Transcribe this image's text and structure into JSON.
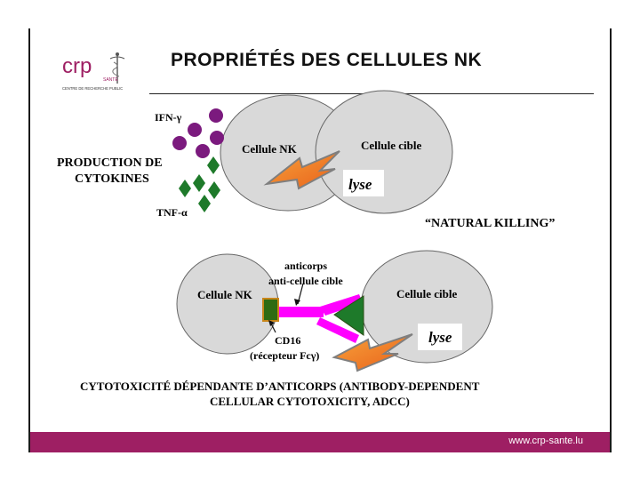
{
  "slide": {
    "title": "PROPRIÉTÉS DES CELLULES NK",
    "footer_url": "www.crp-sante.lu",
    "footer_color": "#9e1f63"
  },
  "logo": {
    "brand": "crp",
    "sub": "SANTÉ",
    "tagline": "CENTRE DE RECHERCHE PUBLIC",
    "icon": "caduceus-icon"
  },
  "top_panel": {
    "ifn_label": "IFN-γ",
    "tnf_label": "TNF-α",
    "cytokines_line1": "PRODUCTION DE",
    "cytokines_line2": "CYTOKINES",
    "nk_cell_label": "Cellule NK",
    "target_cell_label": "Cellule cible",
    "lyse_label": "lyse",
    "caption": "“NATURAL KILLING”"
  },
  "bottom_panel": {
    "antibody_line1": "anticorps",
    "antibody_line2": "anti-cellule cible",
    "nk_cell_label": "Cellule NK",
    "target_cell_label": "Cellule cible",
    "lyse_label": "lyse",
    "cd16_line1": "CD16",
    "cd16_line2": "(récepteur Fcγ)",
    "adcc_line1": "CYTOTOXICITÉ DÉPENDANTE D’ANTICORPS (ANTIBODY-DEPENDENT",
    "adcc_line2": "CELLULAR CYTOTOXICITY, ADCC)"
  },
  "colors": {
    "cell_fill": "#d9d9d9",
    "ifn_dot": "#7b1a7e",
    "tnf_diamond": "#1e7a2a",
    "lightning": "#f07820",
    "antibody": "#ff00ff",
    "receptor": "#2e6b12"
  }
}
